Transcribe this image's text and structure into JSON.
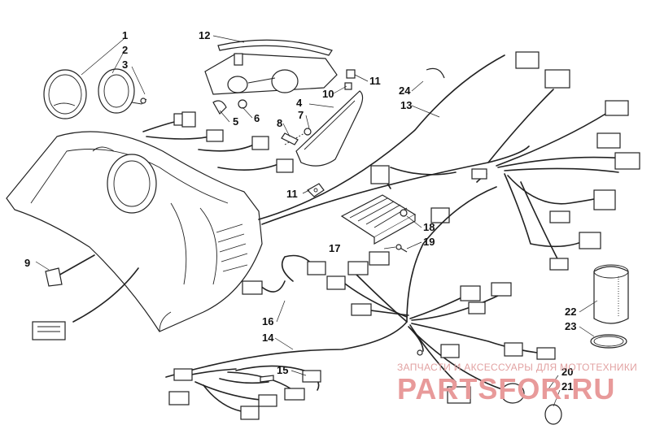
{
  "callouts": [
    "1",
    "2",
    "3",
    "4",
    "5",
    "6",
    "7",
    "8",
    "9",
    "10",
    "11",
    "11",
    "12",
    "13",
    "14",
    "15",
    "16",
    "17",
    "18",
    "19",
    "20",
    "21",
    "22",
    "23",
    "24"
  ],
  "watermark": {
    "tagline": "ЗАПЧАСТИ И АКСЕССУАРЫ ДЛЯ МОТОТЕХНИКИ",
    "brand": "PARTSFOR.RU"
  },
  "colors": {
    "line": "#222222",
    "watermark": "#e89a9a"
  }
}
